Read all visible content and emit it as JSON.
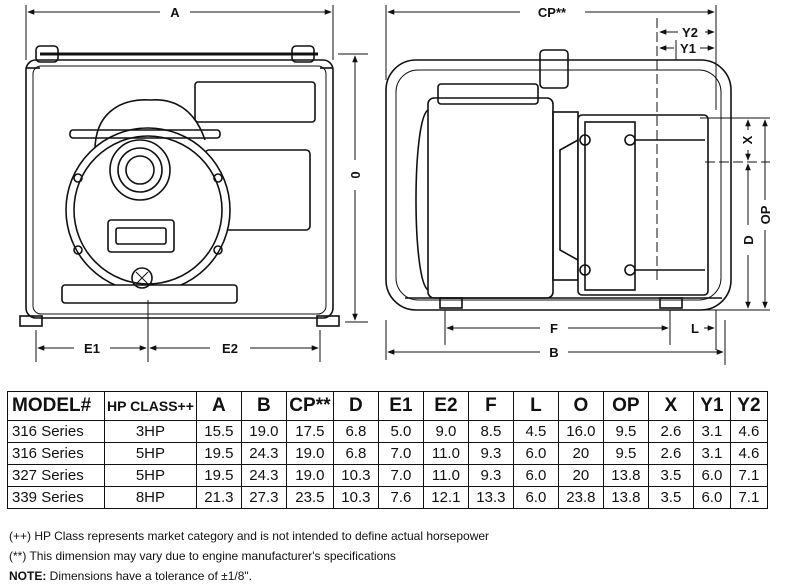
{
  "dimensions": {
    "front": {
      "A": "A",
      "O": "0",
      "E1": "E1",
      "E2": "E2"
    },
    "side": {
      "CP": "CP**",
      "Y2": "Y2",
      "Y1": "Y1",
      "X": "X",
      "OP": "OP",
      "D": "D",
      "F": "F",
      "L": "L",
      "B": "B"
    }
  },
  "table": {
    "headers": [
      "MODEL#",
      "HP CLASS++",
      "A",
      "B",
      "CP**",
      "D",
      "E1",
      "E2",
      "F",
      "L",
      "O",
      "OP",
      "X",
      "Y1",
      "Y2"
    ],
    "rows": [
      [
        "316 Series",
        "3HP",
        "15.5",
        "19.0",
        "17.5",
        "6.8",
        "5.0",
        "9.0",
        "8.5",
        "4.5",
        "16.0",
        "9.5",
        "2.6",
        "3.1",
        "4.6"
      ],
      [
        "316 Series",
        "5HP",
        "19.5",
        "24.3",
        "19.0",
        "6.8",
        "7.0",
        "11.0",
        "9.3",
        "6.0",
        "20",
        "9.5",
        "2.6",
        "3.1",
        "4.6"
      ],
      [
        "327 Series",
        "5HP",
        "19.5",
        "24.3",
        "19.0",
        "10.3",
        "7.0",
        "11.0",
        "9.3",
        "6.0",
        "20",
        "13.8",
        "3.5",
        "6.0",
        "7.1"
      ],
      [
        "339 Series",
        "8HP",
        "21.3",
        "27.3",
        "23.5",
        "10.3",
        "7.6",
        "12.1",
        "13.3",
        "6.0",
        "23.8",
        "13.8",
        "3.5",
        "6.0",
        "7.1"
      ]
    ]
  },
  "notes": {
    "hp_class": "(++) HP Class represents market category and is not intended to define actual horsepower",
    "cp": "(**) This dimension may vary due to engine manufacturer's specifications",
    "tolerance_label": "NOTE:",
    "tolerance_text": " Dimensions have a tolerance of ±1/8\"."
  }
}
